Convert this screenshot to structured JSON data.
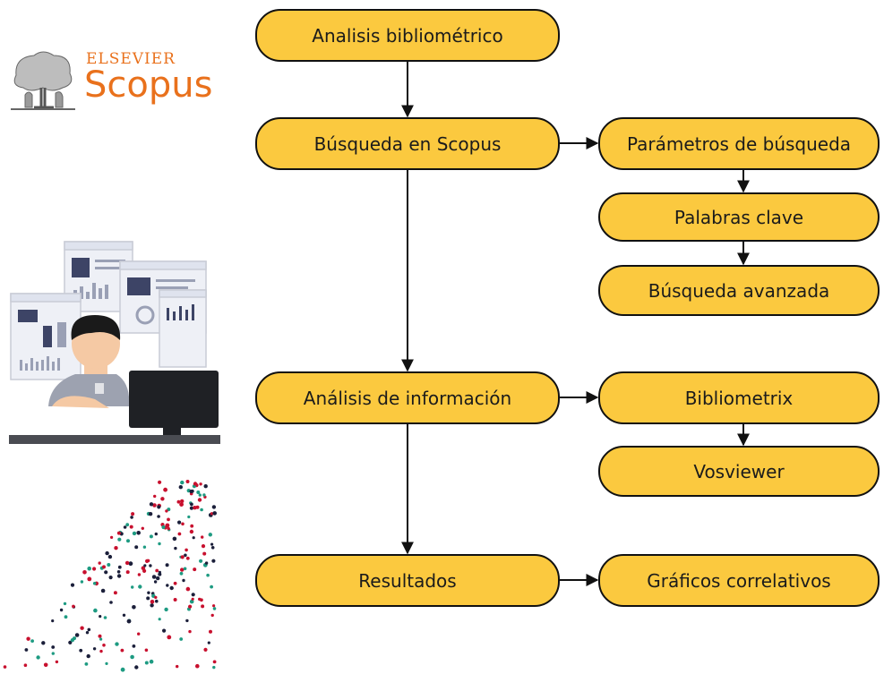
{
  "logo": {
    "brand": "ELSEVIER",
    "product": "Scopus",
    "brand_color": "#e9711c"
  },
  "flow": {
    "n1": "Analisis bibliométrico",
    "n2": "Búsqueda en Scopus",
    "n3": "Parámetros de búsqueda",
    "n4": "Palabras clave",
    "n5": "Búsqueda avanzada",
    "n6": "Análisis de información",
    "n7": "Bibliometrix",
    "n8": "Vosviewer",
    "n9": "Resultados",
    "n10": "Gráficos  correlativos"
  },
  "colors": {
    "node_fill": "#fbc93f",
    "node_border": "#111111",
    "scatter": [
      "#c8102e",
      "#1e9b82",
      "#1b1f3a"
    ]
  },
  "icons": {
    "logo": "elsevier-tree-icon",
    "illustration": "analyst-at-computer-icon",
    "decoration": "scatter-dots-icon"
  }
}
